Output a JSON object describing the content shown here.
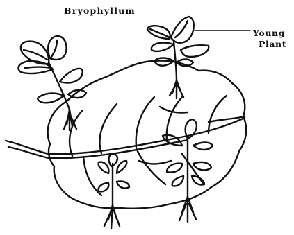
{
  "figure": {
    "title": "Bryophyllum",
    "label_line1": "Young",
    "label_line2": "Plant"
  }
}
